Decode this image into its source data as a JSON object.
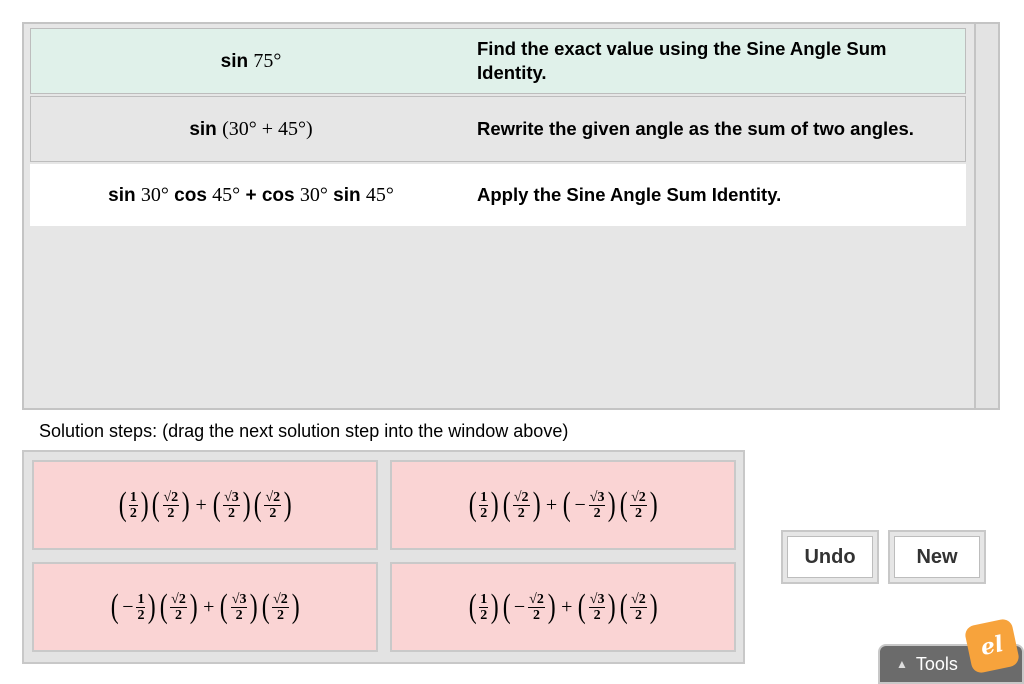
{
  "work_window": {
    "steps": [
      {
        "expr_prefix": "sin",
        "expr_math": "75°",
        "description": "Find the exact value using the Sine Angle Sum Identity."
      },
      {
        "expr_prefix": "sin",
        "expr_math": "(30° + 45°)",
        "description": "Rewrite the given angle as the sum of two angles."
      },
      {
        "expr_parts": [
          "sin",
          "30°",
          "cos",
          "45°",
          "+ cos",
          "30°",
          "sin",
          "45°"
        ],
        "description": "Apply the Sine Angle Sum Identity."
      }
    ]
  },
  "instructions": "Solution steps: (drag the next solution step into the window above)",
  "tiles": [
    {
      "label": "(1/2)(√2/2) + (√3/2)(√2/2)"
    },
    {
      "label": "(1/2)(√2/2) + (−√3/2)(√2/2)"
    },
    {
      "label": "(−1/2)(√2/2) + (√3/2)(√2/2)"
    },
    {
      "label": "(1/2)(−√2/2) + (√3/2)(√2/2)"
    }
  ],
  "buttons": {
    "undo": "Undo",
    "new": "New"
  },
  "tools": {
    "label": "Tools",
    "logo": "el"
  },
  "colors": {
    "highlight_row": "#e0f1ea",
    "tile_bg": "#fad4d4",
    "tools_bg": "#6b6b6b",
    "logo": "#f7a33c"
  }
}
